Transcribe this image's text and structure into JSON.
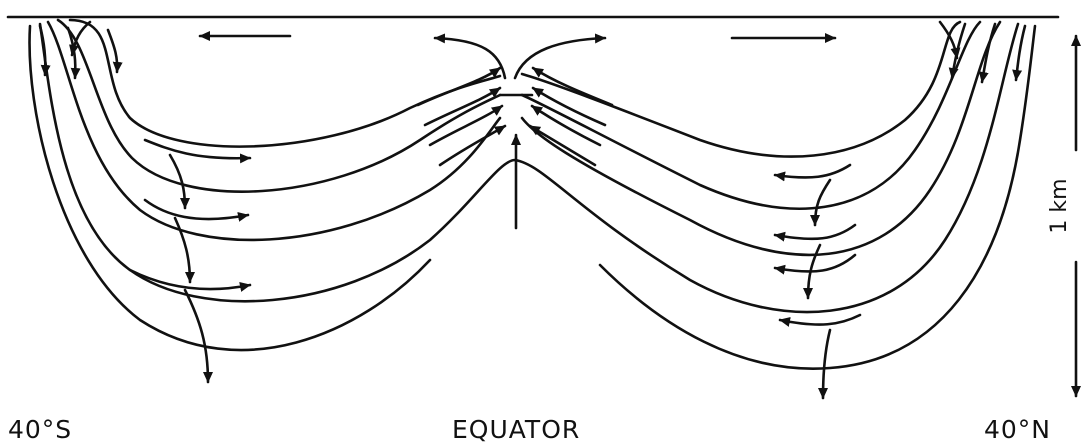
{
  "labels": {
    "south": "40°S",
    "equator": "EQUATOR",
    "north": "40°N"
  },
  "depth_axis": {
    "label": "1 km"
  },
  "colors": {
    "ink": "#111111",
    "background": "#ffffff"
  }
}
